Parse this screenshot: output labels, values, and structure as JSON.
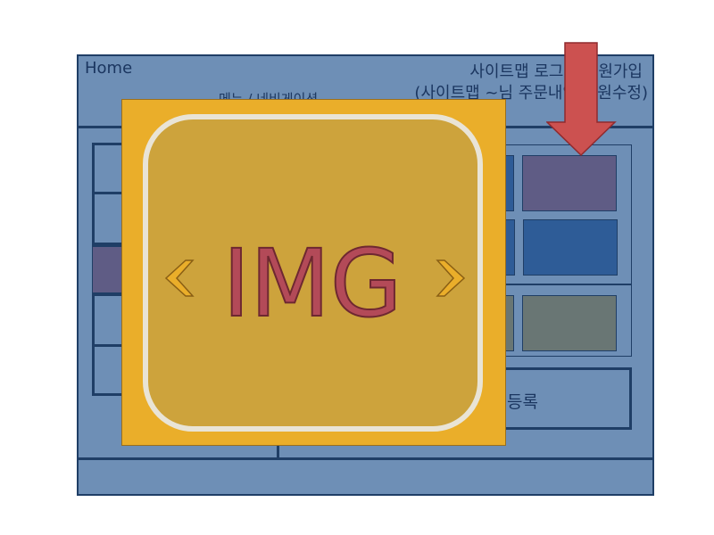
{
  "header": {
    "home": "Home",
    "top_links": "사이트맵 로그인 회원가입",
    "user_links": "(사이트맵 ~님 주문내역 회원수정)",
    "nav_label": "메뉴 / 네비게이션"
  },
  "content": {
    "register_label": "등록"
  },
  "slider": {
    "image_label": "IMG",
    "prev_icon": "chevron-left-icon",
    "next_icon": "chevron-right-icon"
  },
  "colors": {
    "frame_fill": "#6e8fb6",
    "frame_border": "#1f3e66",
    "slider_bg": "#eaae2a",
    "slider_inner": "#cda33c",
    "label_red": "#b34a58",
    "arrow_red": "#cc5150",
    "thumb_purple": "#5f5c85",
    "thumb_blue": "#2e5c97",
    "thumb_gray": "#697674"
  }
}
